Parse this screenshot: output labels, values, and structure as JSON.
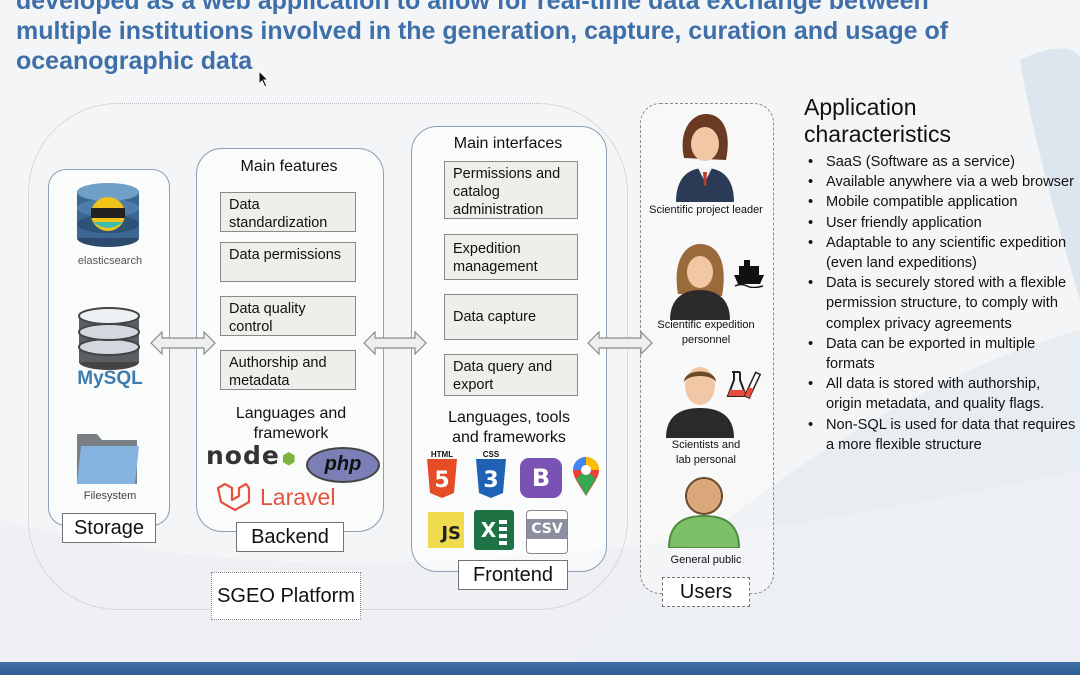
{
  "heading": {
    "line1": "developed as a web application to allow for real-time data exchange between",
    "line2": "multiple institutions involved in the generation, capture, curation and usage of",
    "line3": "oceanographic data"
  },
  "diagram": {
    "platform_label": "SGEO Platform",
    "storage": {
      "label": "Storage",
      "items": [
        "elasticsearch",
        "MySQL",
        "Filesystem"
      ]
    },
    "backend": {
      "label": "Backend",
      "title": "Main features",
      "features": [
        "Data standardization",
        "Data permissions",
        "Data quality control",
        "Authorship and metadata"
      ],
      "languages_title": "Languages and framework",
      "tech": [
        "node",
        "php",
        "Laravel"
      ]
    },
    "frontend": {
      "label": "Frontend",
      "title": "Main interfaces",
      "interfaces": [
        "Permissions and catalog administration",
        "Expedition management",
        "Data capture",
        "Data query and export"
      ],
      "languages_title": "Languages, tools and frameworks",
      "tech": [
        "HTML",
        "CSS",
        "B",
        "JS",
        "X",
        "CSV"
      ]
    },
    "users": {
      "label": "Users",
      "items": [
        "Scientific project leader",
        "Scientific expedition personnel",
        "Scientists and lab personal",
        "General public"
      ]
    }
  },
  "characteristics": {
    "title": "Application characteristics",
    "items": [
      "SaaS (Software as a service)",
      "Available anywhere via a web browser",
      "Mobile compatible application",
      "User friendly application",
      "Adaptable to any scientific expedition (even land expeditions)",
      "Data is securely stored with a flexible permission structure, to comply with complex privacy agreements",
      "Data can be exported in multiple formats",
      "All data is stored with authorship, origin metadata, and quality flags.",
      "Non-SQL is used for data that requires a more flexible structure"
    ]
  },
  "colors": {
    "heading": "#3f6fa8",
    "panel_border": "#8d9fb2",
    "feature_fill": "#efeeea"
  }
}
